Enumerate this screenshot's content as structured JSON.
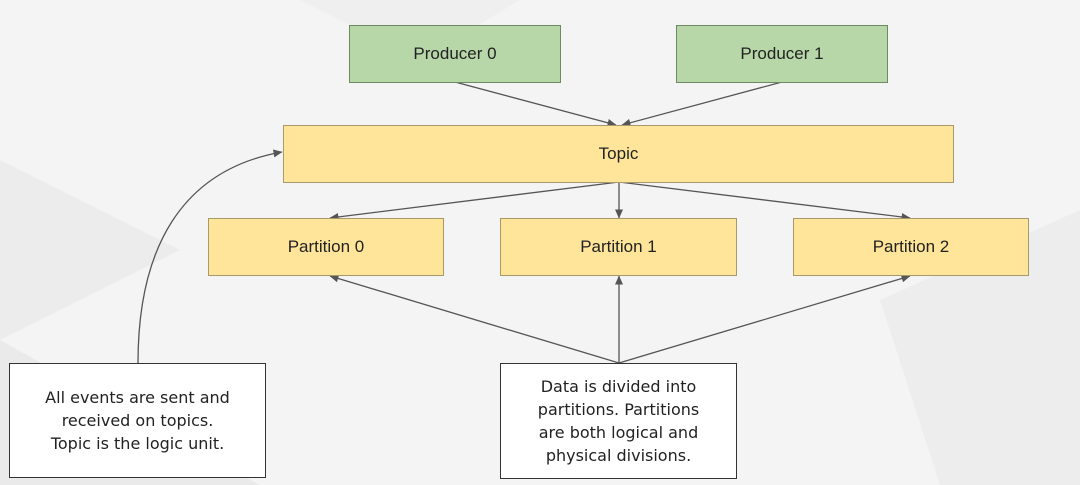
{
  "producers": [
    {
      "label": "Producer 0"
    },
    {
      "label": "Producer 1"
    }
  ],
  "topic": {
    "label": "Topic"
  },
  "partitions": [
    {
      "label": "Partition 0"
    },
    {
      "label": "Partition 1"
    },
    {
      "label": "Partition 2"
    }
  ],
  "notes": {
    "topics": {
      "lines": [
        "All events are sent and",
        "received on topics.",
        "Topic is the logic unit."
      ]
    },
    "partitions": {
      "lines": [
        "Data is divided into",
        "partitions. Partitions",
        "are both logical and",
        "physical divisions."
      ]
    }
  },
  "colors": {
    "producer_fill": "#b7d7a8",
    "topic_fill": "#ffe599",
    "partition_fill": "#ffe599",
    "arrow": "#555555"
  }
}
